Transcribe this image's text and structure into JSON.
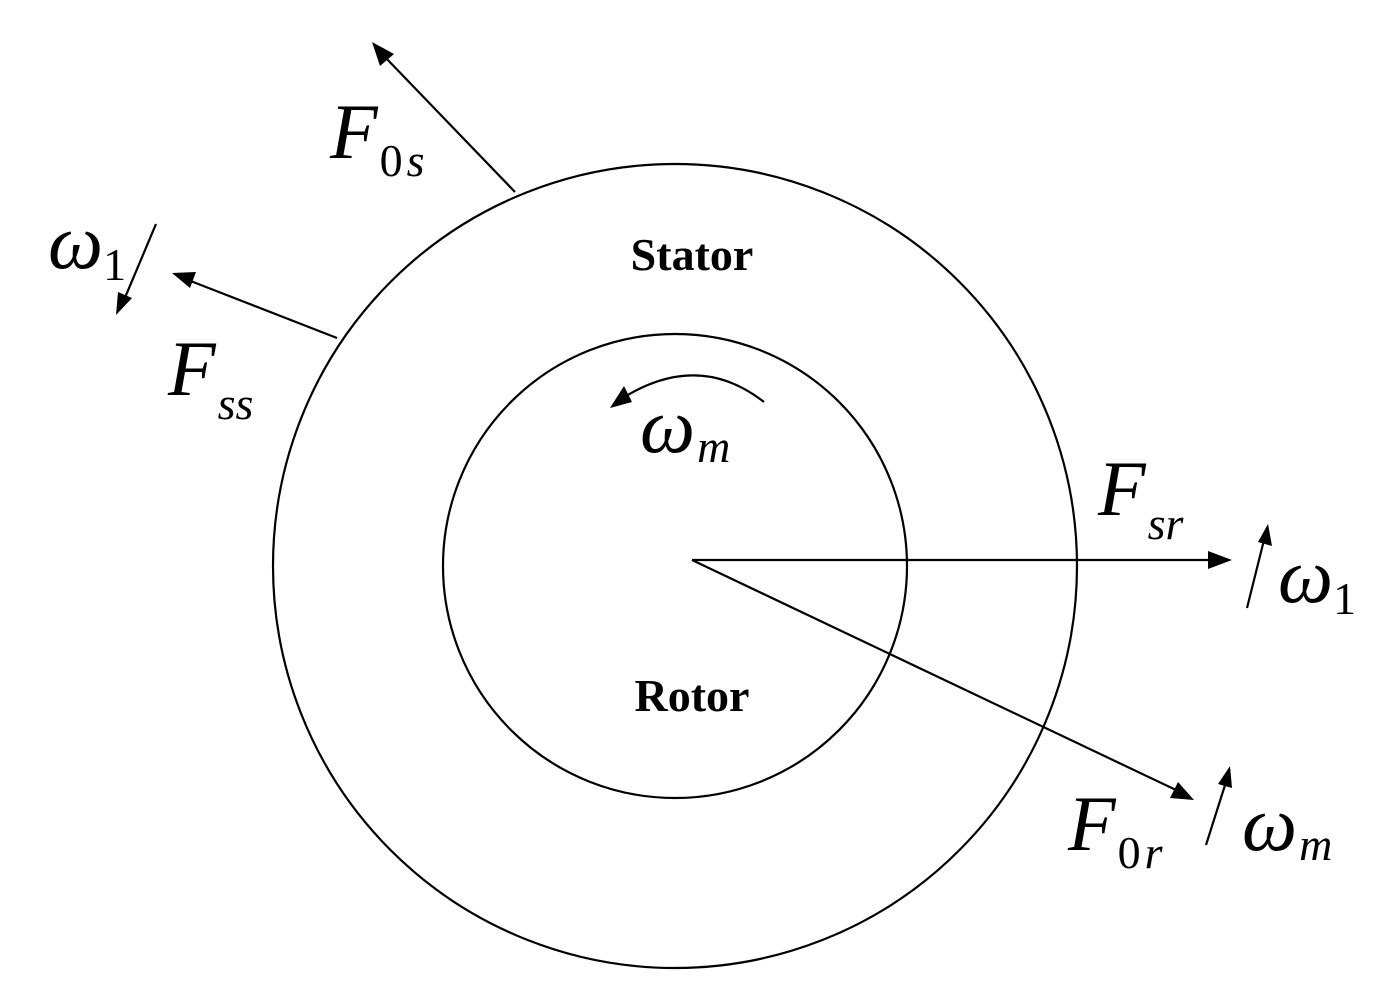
{
  "labels": {
    "stator": "Stator",
    "rotor": "Rotor"
  },
  "vectors": {
    "f0s": {
      "main": "F",
      "sub_num": "0",
      "sub_letter": "s"
    },
    "fss": {
      "main": "F",
      "sub": "ss"
    },
    "fsr": {
      "main": "F",
      "sub": "sr"
    },
    "f0r": {
      "main": "F",
      "sub_num": "0",
      "sub_letter": "r"
    }
  },
  "speeds": {
    "omega1_left": {
      "main": "ω",
      "sub": "1"
    },
    "omega1_right": {
      "main": "ω",
      "sub": "1"
    },
    "omegam_rotor": {
      "main": "ω",
      "sub": "m"
    },
    "omegam_right": {
      "main": "ω",
      "sub": "m"
    }
  }
}
